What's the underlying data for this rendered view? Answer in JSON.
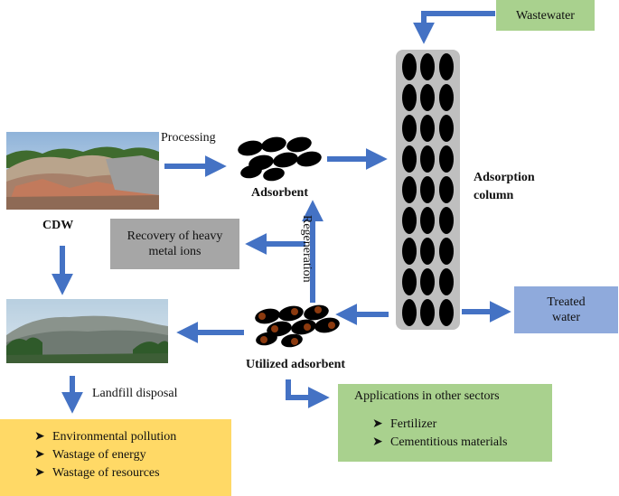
{
  "nodes": {
    "wastewater": "Wastewater",
    "processing": "Processing",
    "adsorbent": "Adsorbent",
    "adsorption_column": "Adsorption column",
    "cdw": "CDW",
    "recovery": "Recovery of heavy metal ions",
    "regeneration": "Regeneration",
    "treated_water": "Treated water",
    "utilized_adsorbent": "Utilized adsorbent",
    "landfill_disposal": "Landfill disposal"
  },
  "landfill_effects": [
    "Environmental pollution",
    "Wastage of energy",
    "Wastage of resources"
  ],
  "applications": {
    "title": "Applications in other sectors",
    "items": [
      "Fertilizer",
      "Cementitious materials"
    ]
  },
  "colors": {
    "arrow": "#4472c4",
    "green_box": "#a9d18e",
    "gray_box": "#a6a6a6",
    "blue_box": "#8faadc",
    "yellow_box": "#ffd966",
    "column_gray": "#bfbfbf",
    "pellet": "#000000",
    "contaminant": "#8b3a0f"
  },
  "icons": {
    "bullet": "chevron-right-icon"
  }
}
